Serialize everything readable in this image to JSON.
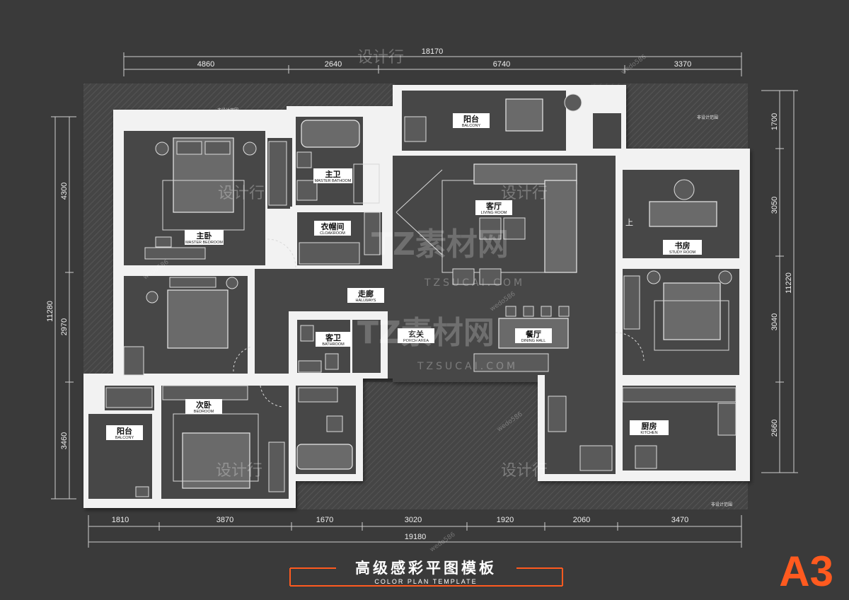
{
  "dims_top_total": "18170",
  "dims_top": [
    "4860",
    "2640",
    "6740",
    "3370"
  ],
  "dims_bottom": [
    "1810",
    "3870",
    "1670",
    "3020",
    "1920",
    "2060",
    "3470"
  ],
  "dims_bottom_total": "19180",
  "dims_left_total": "11280",
  "dims_left": [
    "4300",
    "2970",
    "3460"
  ],
  "dims_right_total": "11220",
  "dims_right": [
    "1700",
    "3050",
    "3040",
    "2660"
  ],
  "rooms": [
    {
      "zh": "主卧",
      "en": "MASTER BEDROOM"
    },
    {
      "zh": "主卫",
      "en": "MASTER BATHOOM"
    },
    {
      "zh": "衣帽间",
      "en": "CLOAKROOM"
    },
    {
      "zh": "阳台",
      "en": "BALCONY"
    },
    {
      "zh": "客厅",
      "en": "LIVING ROOM"
    },
    {
      "zh": "书房",
      "en": "STUDY ROOM"
    },
    {
      "zh": "走廊",
      "en": "HALLWAYS"
    },
    {
      "zh": "客卫",
      "en": "BATHROOM"
    },
    {
      "zh": "玄关",
      "en": "PORCH AREA"
    },
    {
      "zh": "餐厅",
      "en": "DINING HALL"
    },
    {
      "zh": "次卧",
      "en": "BEDROOM"
    },
    {
      "zh": "阳台",
      "en": "BALCONY"
    },
    {
      "zh": "厨房",
      "en": "KITCHEN"
    }
  ],
  "non_design_note": "非设计范围",
  "stair_mark": "上",
  "watermark_text": "设计行",
  "watermark_brand": "TZ素材网",
  "watermark_url": "TZSUCAI.COM",
  "watermark_id": "wedo586",
  "footer": {
    "title_zh": "高级感彩平图模板",
    "title_en": "COLOR PLAN TEMPLATE",
    "size_badge": "A3"
  },
  "colors": {
    "background": "#3a3a3a",
    "wall": "#f2f2f2",
    "accent": "#ff5a1f"
  }
}
